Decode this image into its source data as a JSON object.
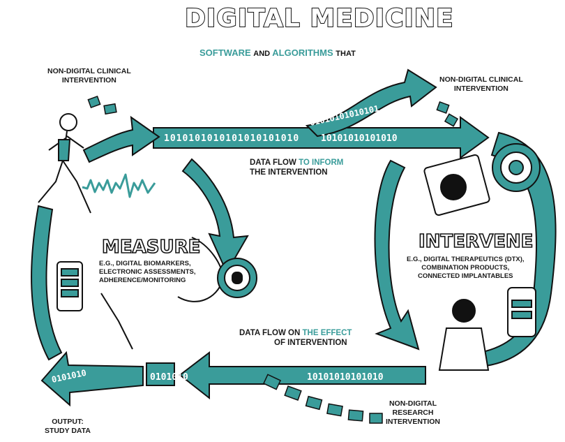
{
  "title": "DIGITAL MEDICINE",
  "subtitle": {
    "part1": "SOFTWARE",
    "part2": "AND",
    "part3": "ALGORITHMS",
    "part4": "THAT"
  },
  "labels": {
    "non_digital_left": [
      "NON-DIGITAL CLINICAL",
      "INTERVENTION"
    ],
    "non_digital_right": [
      "NON-DIGITAL CLINICAL",
      "INTERVENTION"
    ],
    "non_digital_research": [
      "NON-DIGITAL",
      "RESEARCH",
      "INTERVENTION"
    ],
    "output": [
      "OUTPUT:",
      "STUDY DATA"
    ],
    "data_flow_inform": {
      "prefix": "DATA FLOW",
      "highlight": "TO INFORM",
      "line2": "THE INTERVENTION"
    },
    "data_flow_effect": {
      "prefix": "DATA FLOW ON",
      "highlight": "THE EFFECT",
      "line2": "OF INTERVENTION"
    }
  },
  "measure": {
    "heading": "MEASURE",
    "details": [
      "E.G., DIGITAL BIOMARKERS,",
      "ELECTRONIC ASSESSMENTS,",
      "ADHERENCE/MONITORING"
    ]
  },
  "intervene": {
    "heading": "INTERVENE",
    "details": [
      "E.G., DIGITAL THERAPEUTICS (DTX),",
      "COMBINATION PRODUCTS,",
      "CONNECTED IMPLANTABLES"
    ]
  },
  "binary": {
    "top_upper": "01010101010101",
    "top_main": "1010101010101010101010",
    "top_right": "10101010101010",
    "bottom_right": "10101010101010",
    "bottom_mid": "0101010",
    "output": "0101010"
  },
  "colors": {
    "teal": "#3a9c9a",
    "ink": "#111111",
    "background": "#ffffff"
  }
}
